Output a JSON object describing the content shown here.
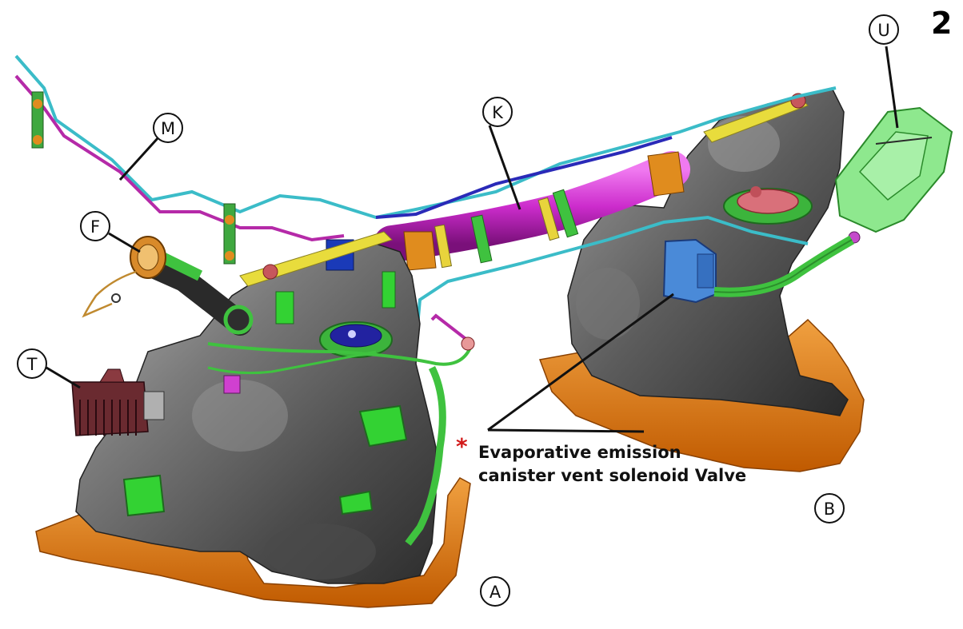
{
  "figure_number": "2",
  "labels": {
    "M": "M",
    "K": "K",
    "U": "U",
    "F": "F",
    "T": "T",
    "A": "A",
    "B": "B"
  },
  "callout": {
    "marker": "*",
    "line1": "Evaporative emission",
    "line2": "canister vent solenoid Valve"
  },
  "colors": {
    "tank": "#5a5a5a",
    "tank_highlight": "#a8a8a8",
    "shield": "#e07c14",
    "filler_hose": "#d23ad6",
    "line_cyan": "#3bbcc8",
    "line_magenta": "#b52aa8",
    "line_blue": "#2a2ab8",
    "fitting_green": "#3fc23f",
    "canister_green": "#7de07d",
    "valve_blue": "#3a7fd0",
    "marker_red": "#d21a1a"
  }
}
